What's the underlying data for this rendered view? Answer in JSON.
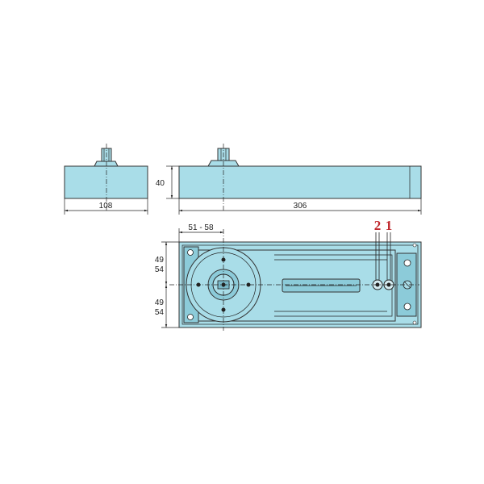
{
  "colors": {
    "body": "#a9dde8",
    "body_dark": "#8ccbd9",
    "line": "#222222",
    "callout": "#c0282d"
  },
  "dimensions": {
    "side_width": "108",
    "front_height": "40",
    "front_length": "306",
    "spindle_offset": "51 - 58",
    "upper_49": "49",
    "upper_54": "54",
    "lower_49": "49",
    "lower_54": "54"
  },
  "callouts": {
    "label_2": "2",
    "label_1": "1"
  }
}
